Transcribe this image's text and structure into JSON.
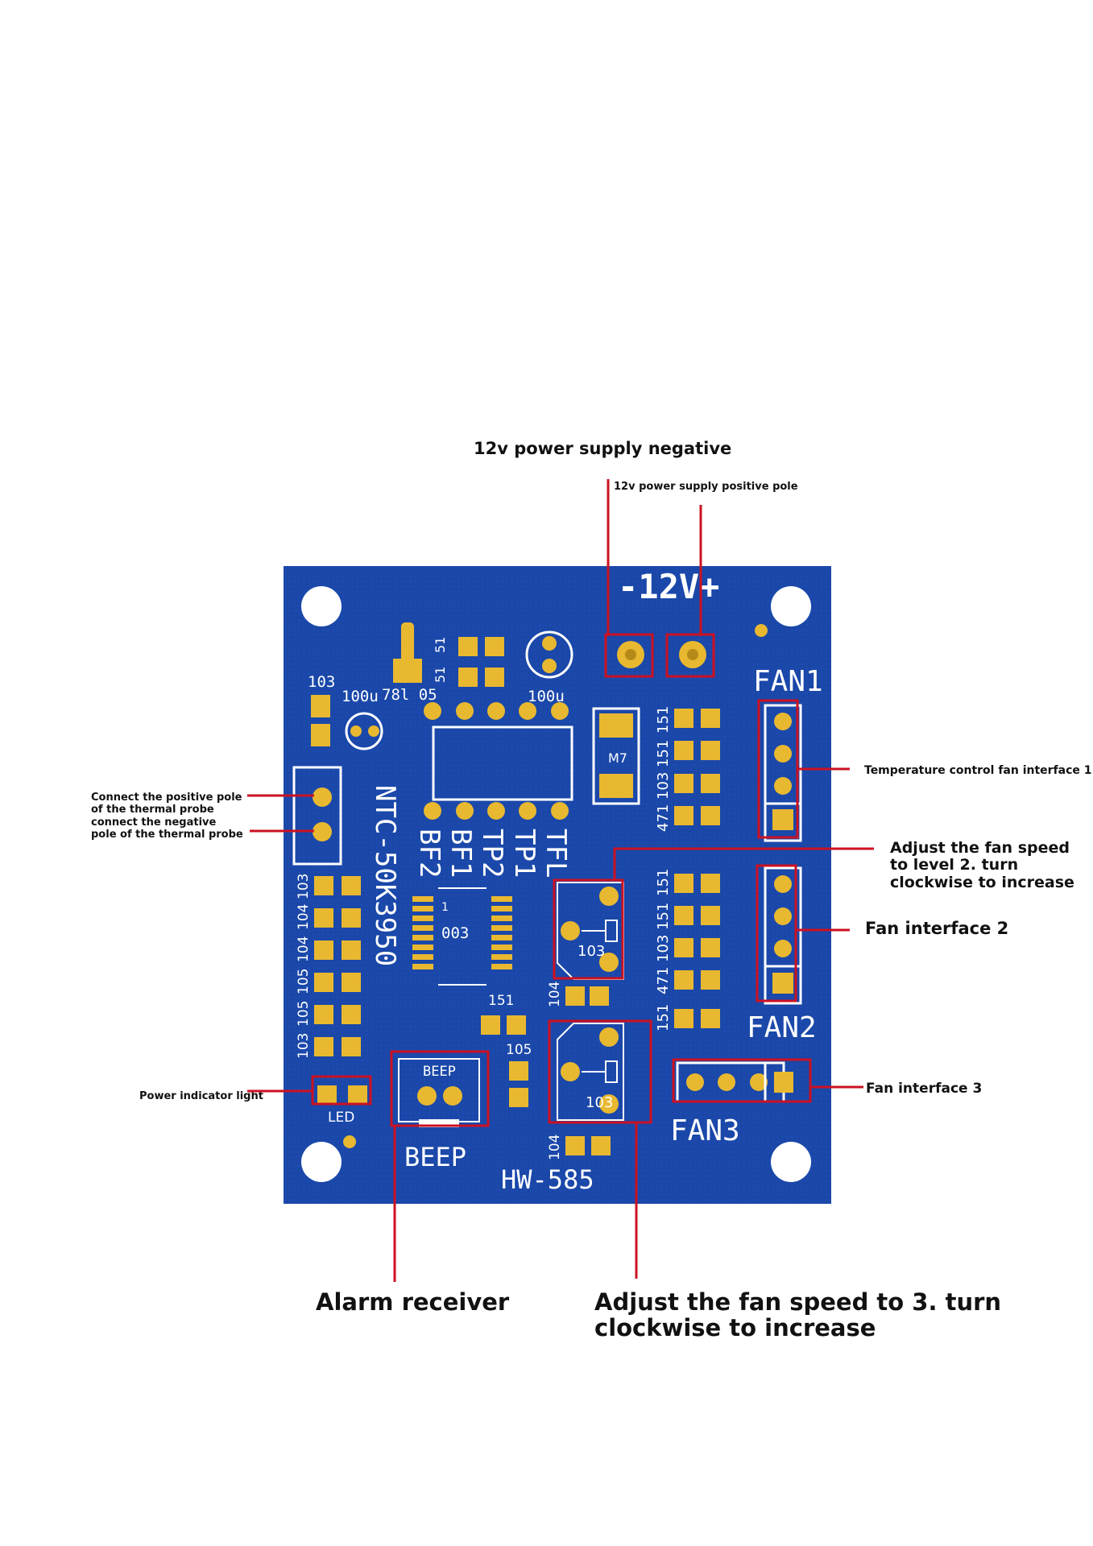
{
  "labels": {
    "neg_title": "12v power supply negative",
    "pos_pole": "12v power supply positive pole",
    "temp_fan1": "Temperature control fan interface 1",
    "probe_pos": "Connect the positive pole of the thermal probe",
    "probe_neg": "connect the negative pole of the thermal probe",
    "speed2": "Adjust the fan speed to level 2. turn clockwise to increase",
    "fan2_iface": "Fan interface 2",
    "power_led": "Power indicator light",
    "fan3_iface": "Fan interface 3",
    "alarm": "Alarm receiver",
    "speed3": "Adjust the fan speed to 3. turn clockwise to increase"
  },
  "board": {
    "power_mark": "-12V+",
    "fan1": "FAN1",
    "fan2": "FAN2",
    "fan3": "FAN3",
    "beep": "BEEP",
    "beep_small": "BEEP",
    "model": "HW-585",
    "led": "LED",
    "ntc": "NTC-50K3950",
    "bf2": "BF2",
    "bf1": "BF1",
    "tp2": "TP2",
    "tp1": "TP1",
    "tfl": "TFL",
    "m7": "M7",
    "ic003": "003",
    "ic1": "1",
    "pot1": "103",
    "pot2": "103",
    "c103": "103",
    "c100u_a": "100u",
    "c100u_b": "100u",
    "reg": "78l 05",
    "r51a": "51",
    "r51b": "51",
    "r151_top": "151",
    "r105": "105",
    "r104a": "104",
    "r104b": "104",
    "col_right1": [
      "151",
      "151",
      "103",
      "471"
    ],
    "col_right2": [
      "151",
      "151",
      "103",
      "471",
      "151"
    ],
    "col_left": [
      "103",
      "104",
      "104",
      "105",
      "105",
      "103"
    ]
  },
  "colors": {
    "board": "#1a47a8",
    "pad": "#e8b830",
    "silk": "#ffffff",
    "callout": "#cc1122"
  }
}
